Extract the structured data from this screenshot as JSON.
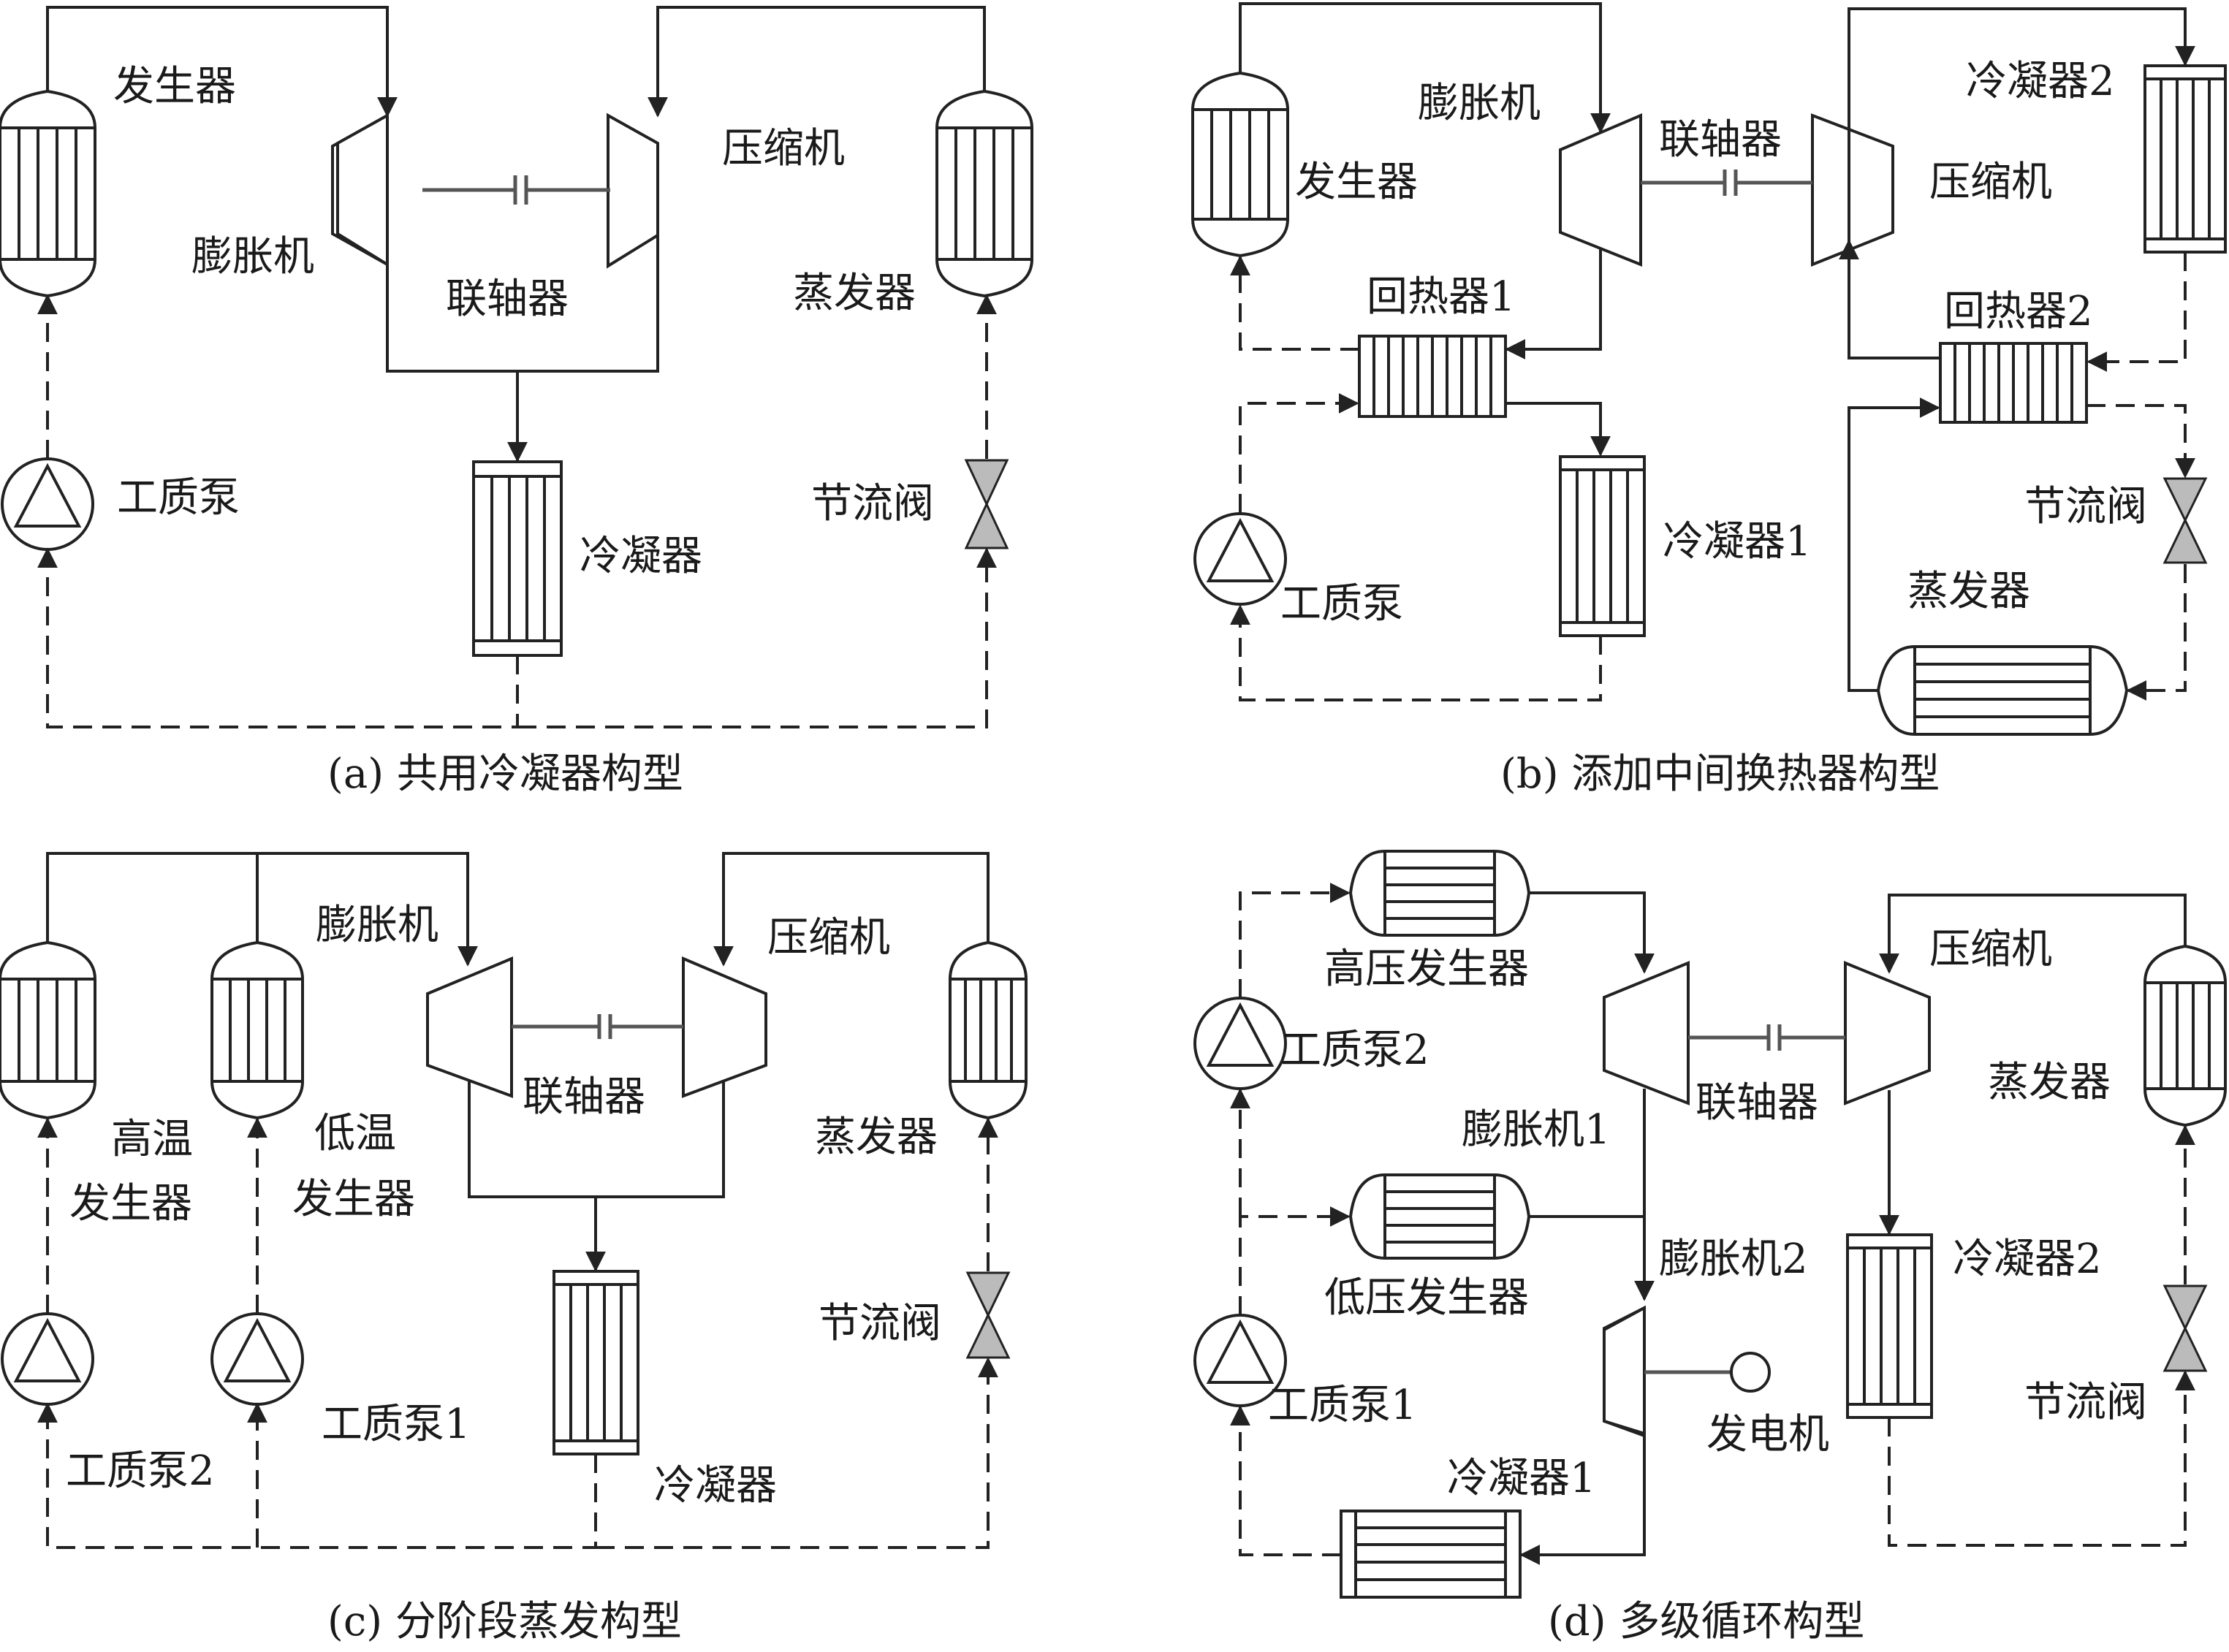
{
  "panel_a": {
    "caption": "(a) 共用冷凝器构型",
    "generator": "发生器",
    "compressor": "压缩机",
    "expander": "膨胀机",
    "coupling": "联轴器",
    "evaporator": "蒸发器",
    "pump": "工质泵",
    "valve": "节流阀",
    "condenser": "冷凝器"
  },
  "panel_b": {
    "caption": "(b) 添加中间换热器构型",
    "expander": "膨胀机",
    "coupling": "联轴器",
    "condenser2": "冷凝器2",
    "generator": "发生器",
    "compressor": "压缩机",
    "recuperator1": "回热器1",
    "recuperator2": "回热器2",
    "valve": "节流阀",
    "condenser1": "冷凝器1",
    "evaporator": "蒸发器",
    "pump": "工质泵"
  },
  "panel_c": {
    "caption": "(c) 分阶段蒸发构型",
    "expander": "膨胀机",
    "compressor": "压缩机",
    "coupling": "联轴器",
    "evaporator": "蒸发器",
    "hot_gen_1": "高温",
    "hot_gen_2": "发生器",
    "cold_gen_1": "低温",
    "cold_gen_2": "发生器",
    "valve": "节流阀",
    "pump1": "工质泵1",
    "pump2": "工质泵2",
    "condenser": "冷凝器"
  },
  "panel_d": {
    "caption": "(d) 多级循环构型",
    "hp_generator": "高压发生器",
    "compressor": "压缩机",
    "pump2": "工质泵2",
    "coupling": "联轴器",
    "evaporator": "蒸发器",
    "expander1": "膨胀机1",
    "lp_generator": "低压发生器",
    "expander2": "膨胀机2",
    "condenser2": "冷凝器2",
    "valve": "节流阀",
    "pump1": "工质泵1",
    "generator_elec": "发电机",
    "condenser1": "冷凝器1"
  }
}
